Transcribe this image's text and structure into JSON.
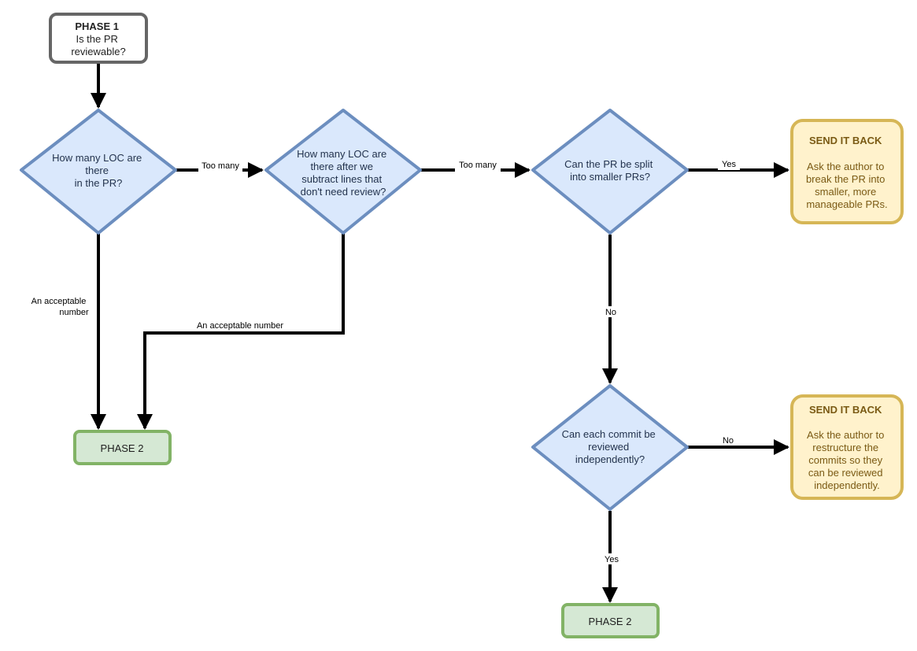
{
  "phase1": {
    "title": "PHASE 1",
    "lines": [
      "Is the PR",
      "reviewable?"
    ]
  },
  "decisions": {
    "loc": {
      "lines": [
        "How many LOC are",
        "there",
        "in the PR?"
      ]
    },
    "subtract": {
      "lines": [
        "How many LOC are",
        "there after we",
        "subtract lines that",
        "don't need review?"
      ]
    },
    "split": {
      "lines": [
        "Can the PR be split",
        "into smaller PRs?"
      ]
    },
    "commit": {
      "lines": [
        "Can each commit be",
        "reviewed",
        "independently?"
      ]
    }
  },
  "send_back_1": {
    "title": "SEND IT BACK",
    "lines": [
      "Ask the author to",
      "break the PR into",
      "smaller, more",
      "manageable PRs."
    ]
  },
  "send_back_2": {
    "title": "SEND IT BACK",
    "lines": [
      "Ask the author to",
      "restructure the",
      "commits so they",
      "can be reviewed",
      "independently."
    ]
  },
  "phase2_left": {
    "label": "PHASE 2"
  },
  "phase2_bottom": {
    "label": "PHASE 2"
  },
  "edges": {
    "loc_too_many": "Too many",
    "subtract_too_many": "Too many",
    "split_yes": "Yes",
    "split_no": "No",
    "commit_no": "No",
    "commit_yes": "Yes",
    "loc_acceptable": [
      "An acceptable",
      "number"
    ],
    "subtract_acceptable": "An acceptable number"
  },
  "colors": {
    "decision_fill": "#dae8fc",
    "decision_stroke": "#6c8ebf",
    "send_fill": "#fff2cc",
    "send_stroke": "#d6b656",
    "phase2_fill": "#d5e8d4",
    "phase2_stroke": "#82b366",
    "phase1_stroke": "#666666",
    "edge": "#000000"
  }
}
